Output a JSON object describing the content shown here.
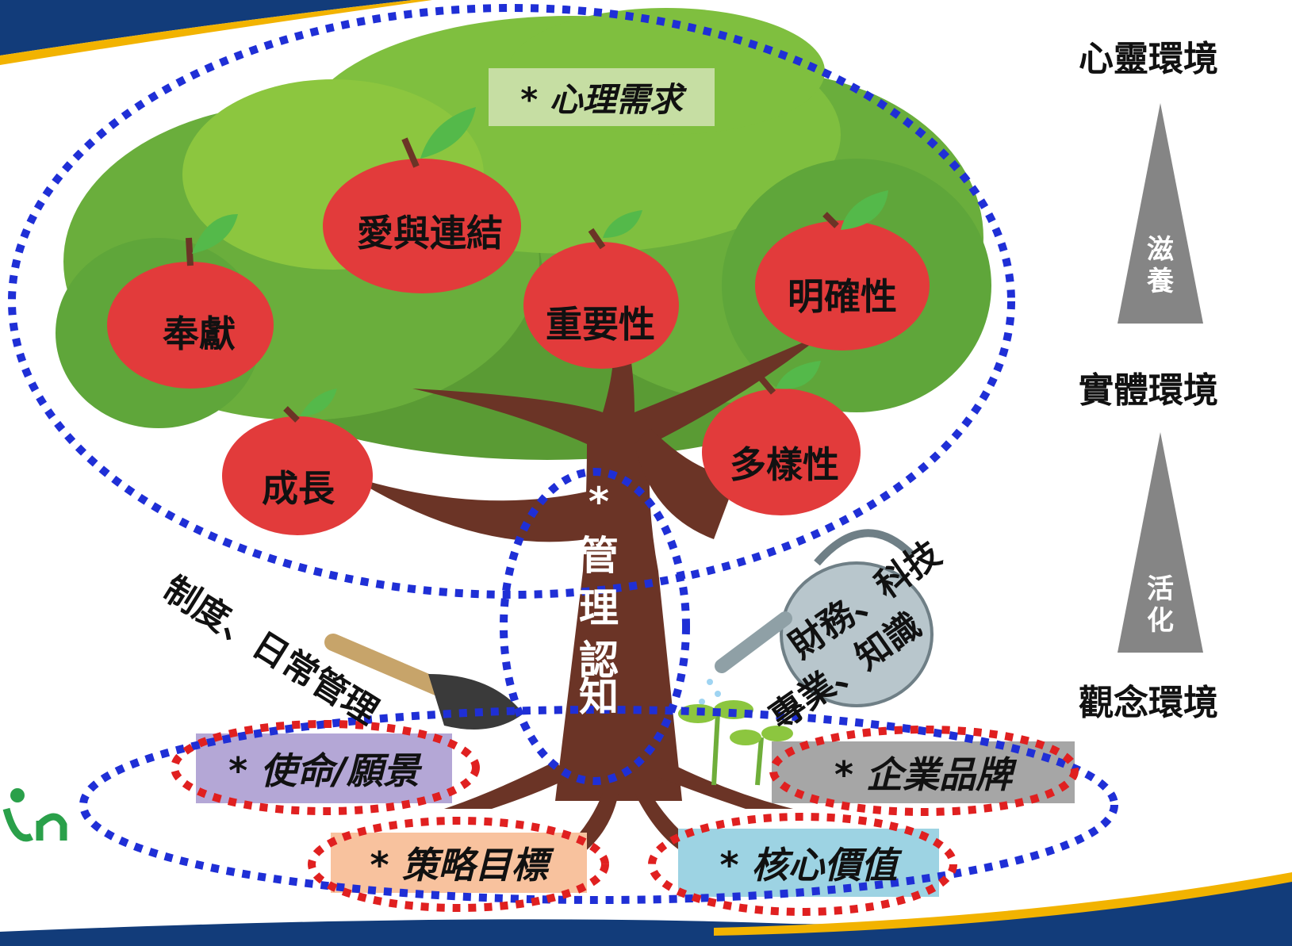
{
  "colors": {
    "canopy": "#5fa63a",
    "canopy_light": "#8cc63f",
    "trunk": "#6b3426",
    "apple": "#e23b3b",
    "leaf": "#54b94a",
    "blue_dotted": "#1f2fd6",
    "red_dotted": "#e02020",
    "header_band": "#123c7a",
    "gold_band": "#f2b300",
    "triangle": "#858585"
  },
  "tree": {
    "canopy_title": "* 心理需求",
    "apples": [
      "奉獻",
      "愛與連結",
      "重要性",
      "明確性",
      "成長",
      "多樣性"
    ],
    "trunk_label_star": "*",
    "trunk_label": [
      "管",
      "理",
      "認",
      "知"
    ]
  },
  "tools": {
    "shovel_label": "制度、日常管理",
    "can_label_top": "財務、科技",
    "can_label_bottom": "專業、知識"
  },
  "roots": {
    "mission": "* 使命/願景",
    "brand": "* 企業品牌",
    "strategy": "* 策略目標",
    "core_value": "* 核心價值"
  },
  "environment": {
    "spirit": "心靈環境",
    "physical": "實體環境",
    "concept": "觀念環境",
    "nourish": [
      "滋",
      "養"
    ],
    "activate": [
      "活",
      "化"
    ]
  }
}
